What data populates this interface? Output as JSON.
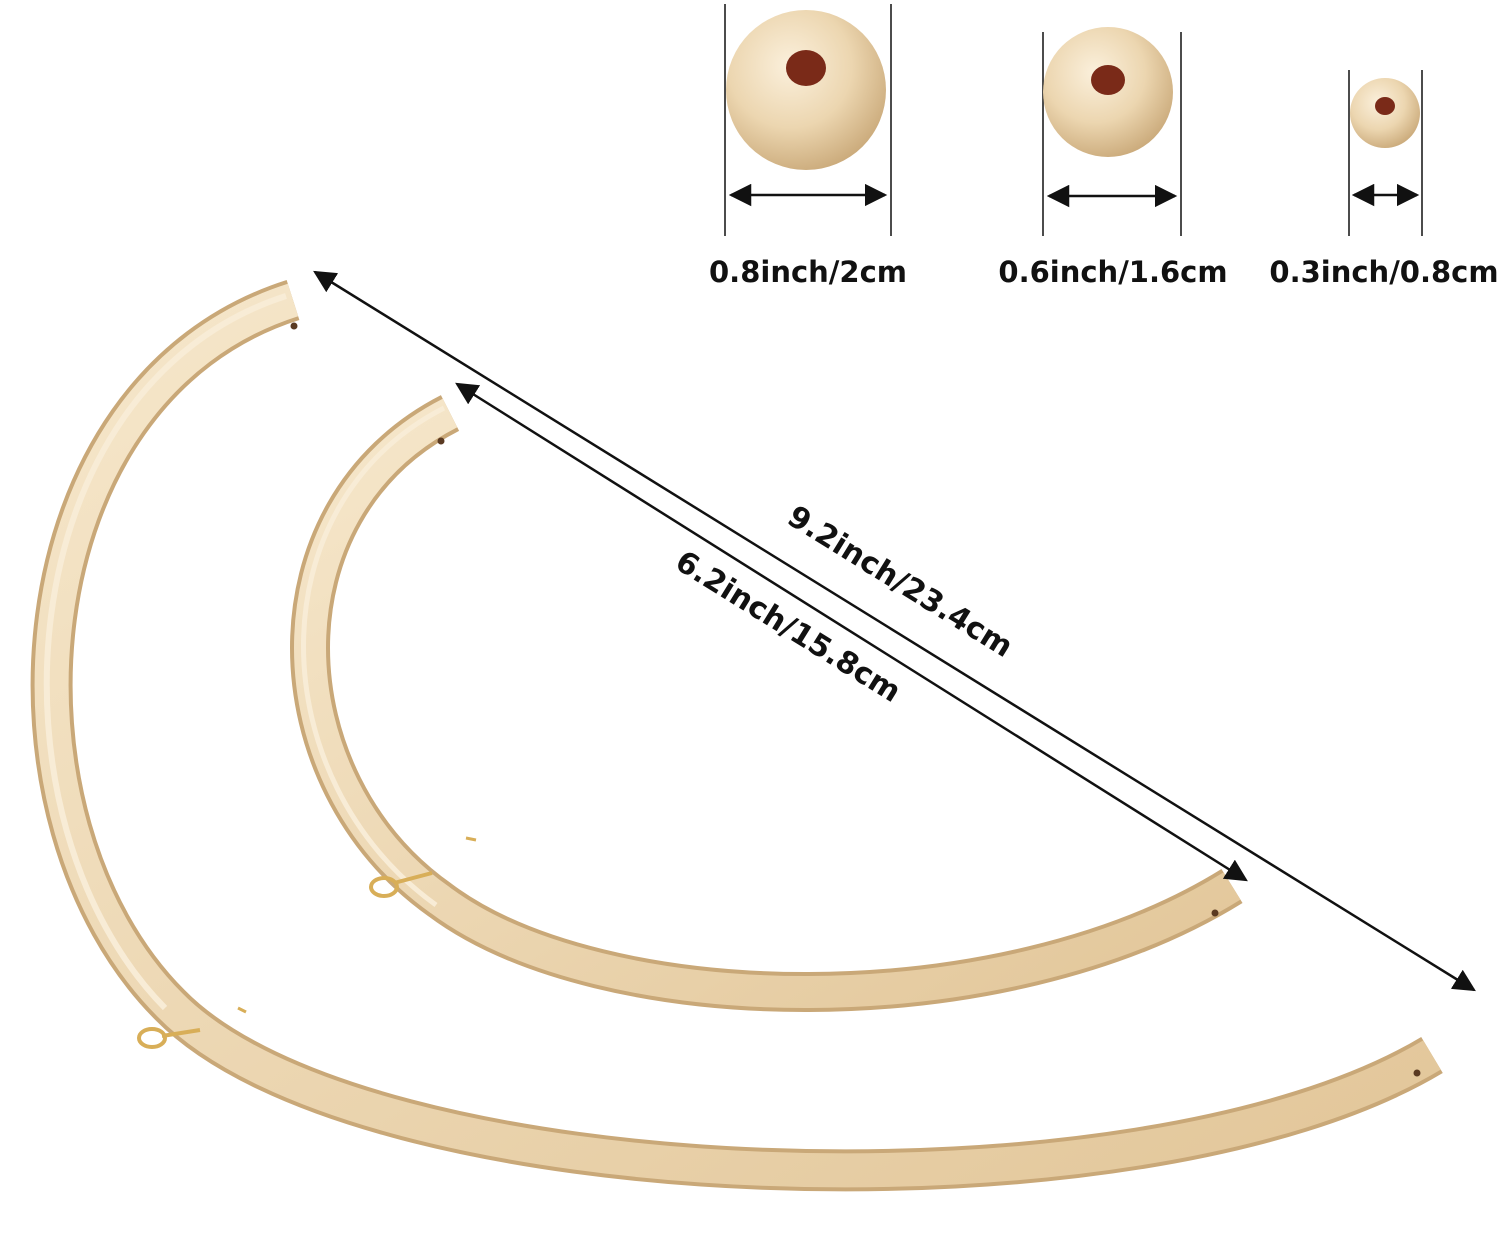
{
  "colors": {
    "wood_light": "#f4e3c4",
    "wood_mid": "#e7cfa4",
    "wood_dark": "#c9a878",
    "bead_hole": "#7a2a18",
    "hook_gold": "#d8ae58",
    "line": "#111111",
    "background": "#ffffff"
  },
  "beads": [
    {
      "label": "0.8inch/2cm"
    },
    {
      "label": "0.6inch/1.6cm"
    },
    {
      "label": "0.3inch/0.8cm"
    }
  ],
  "hoops": {
    "large_label": "9.2inch/23.4cm",
    "small_label": "6.2inch/15.8cm"
  },
  "icons": [
    "wood-bead",
    "wooden-hoop-arc",
    "eye-screw-hook",
    "dimension-arrow"
  ]
}
